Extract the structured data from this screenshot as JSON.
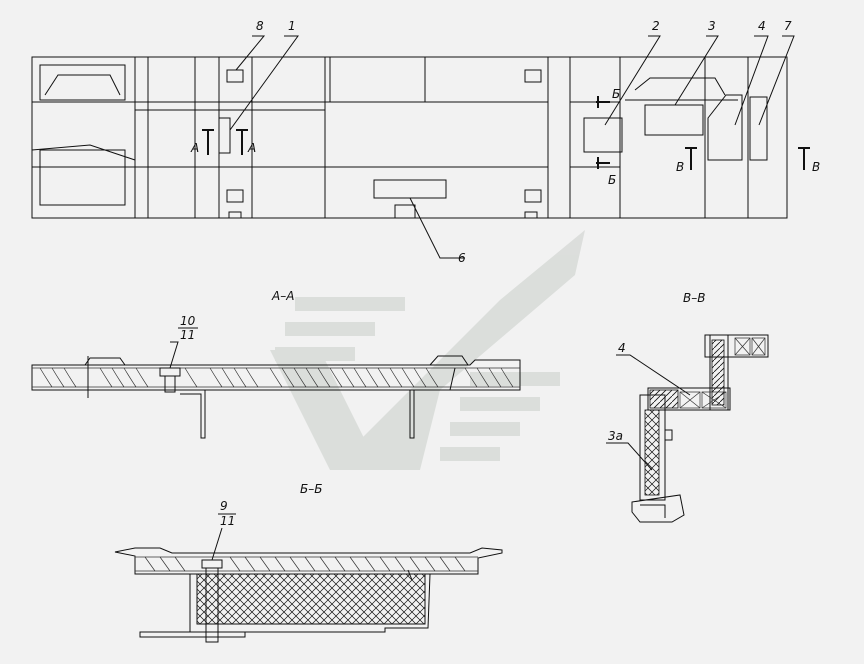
{
  "callouts": {
    "c1": "1",
    "c2": "2",
    "c3": "3",
    "c4": "4",
    "c6": "6",
    "c7": "7",
    "c8": "8",
    "c9": "9",
    "c10": "10",
    "c11a": "11",
    "c11b": "11",
    "c3a": "3а",
    "c4b": "4"
  },
  "cut_marks": {
    "a_left": "А",
    "a_right": "А",
    "b_top": "Б",
    "b_bottom": "Б",
    "v_left": "В",
    "v_right": "В"
  },
  "section_titles": {
    "aa": "А–А",
    "bb": "Б–Б",
    "vv": "В–В"
  },
  "watermark": {
    "color": "#d9dcd9"
  }
}
